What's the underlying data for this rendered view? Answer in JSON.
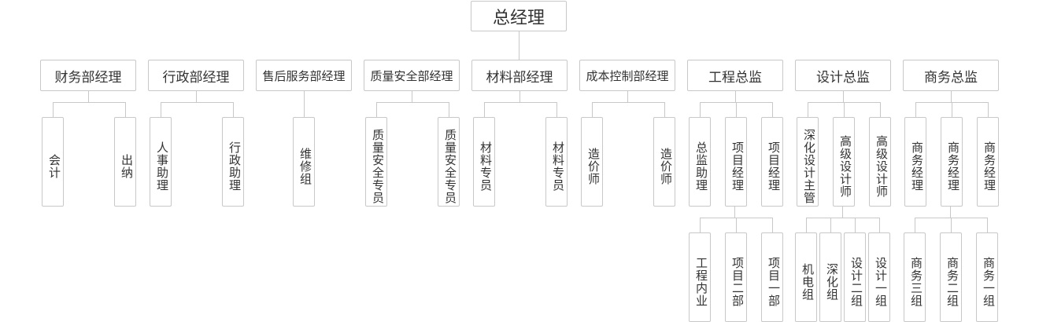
{
  "root": "总经理",
  "departments": [
    {
      "label": "财务部经理",
      "children": [
        "会计",
        "出纳"
      ]
    },
    {
      "label": "行政部经理",
      "children": [
        "人事助理",
        "行政助理"
      ]
    },
    {
      "label": "售后服务部经理",
      "children": [
        "维修组"
      ]
    },
    {
      "label": "质量安全部经理",
      "children": [
        "质量安全专员",
        "质量安全专员"
      ]
    },
    {
      "label": "材料部经理",
      "children": [
        "材料专员",
        "材料专员"
      ]
    },
    {
      "label": "成本控制部经理",
      "children": [
        "造价师",
        "造价师"
      ]
    },
    {
      "label": "工程总监",
      "children": [
        "总监助理",
        "项目经理",
        "项目经理"
      ]
    },
    {
      "label": "设计总监",
      "children": [
        "深化设计主管",
        "高级设计师",
        "高级设计师"
      ]
    },
    {
      "label": "商务总监",
      "children": [
        "商务经理",
        "商务经理",
        "商务经理"
      ]
    }
  ],
  "sub_groups": [
    {
      "parent": "项目经理",
      "children": [
        "工程内业",
        "项目二部",
        "项目一部"
      ]
    },
    {
      "parent": "高级设计师",
      "children": [
        "机电组",
        "深化组",
        "设计二组",
        "设计一组"
      ]
    },
    {
      "parent": "商务经理",
      "children": [
        "商务三组",
        "商务二组",
        "商务一组"
      ]
    }
  ],
  "colors": {
    "border": "#c8c8c8",
    "text": "#333333",
    "background": "#ffffff"
  }
}
